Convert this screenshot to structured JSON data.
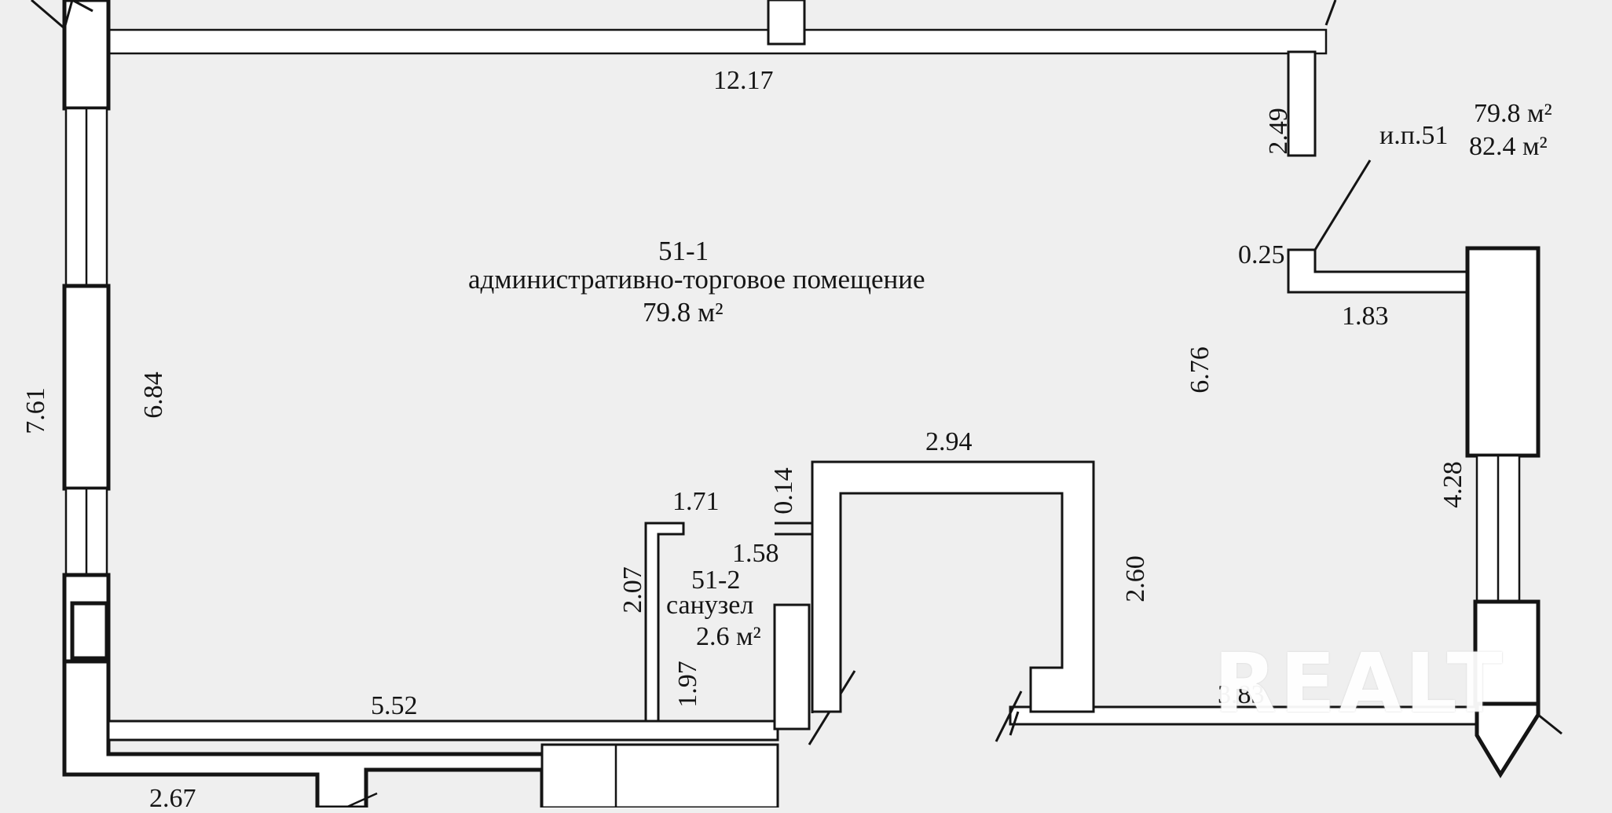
{
  "rooms": {
    "main": {
      "number": "51-1",
      "name": "административно-торговое помещение",
      "area": "79.8 м²"
    },
    "bathroom": {
      "number": "51-2",
      "name": "санузел",
      "area": "2.6 м²"
    }
  },
  "unit": {
    "label": "и.п.51",
    "area_living": "79.8 м²",
    "area_total": "82.4 м²"
  },
  "dimensions": {
    "top_wall": "12.17",
    "right_stub": "2.49",
    "notch_depth": "0.25",
    "notch_width": "1.83",
    "right_inner": "6.76",
    "right_outer": "4.28",
    "left_outer": "7.61",
    "left_inner": "6.84",
    "core_top": "2.94",
    "core_side": "2.60",
    "bath_top": "1.71",
    "bath_thin": "0.14",
    "bath_inner": "1.58",
    "bath_left": "2.07",
    "bath_door": "1.97",
    "bottom_left": "5.52",
    "bottom_right": "3.83",
    "bottom_corner": "2.67"
  },
  "watermark": "REALT"
}
